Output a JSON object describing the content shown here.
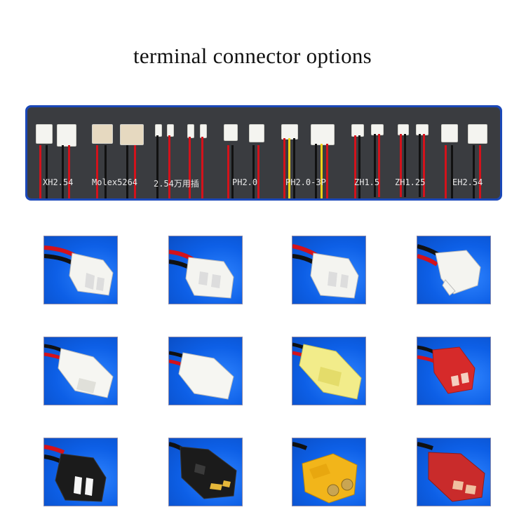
{
  "title": "terminal connector options",
  "banner_labels": [
    "XH2.54",
    "Molex5264",
    "2.54万用插",
    "PH2.0",
    "PH2.0-3P",
    "ZH1.5",
    "ZH1.25",
    "EH2.54"
  ],
  "colors": {
    "banner_border": "#1b48b8",
    "banner_bg": "#3a3c40",
    "tile_bg": "#1166ee",
    "wire_red": "#d3121b",
    "wire_black": "#111111"
  },
  "tiles": [
    {
      "name": "white-2pin-xh",
      "color": "#f4f4f0"
    },
    {
      "name": "white-2pin-latch",
      "color": "#f4f4f0"
    },
    {
      "name": "white-2pin-vh",
      "color": "#f4f4f0"
    },
    {
      "name": "white-2pin-hook",
      "color": "#f4f4f0"
    },
    {
      "name": "white-housing-long",
      "color": "#f4f4f0"
    },
    {
      "name": "white-housing-plain",
      "color": "#f4f4f0"
    },
    {
      "name": "yellow-tamiya",
      "color": "#f2ec8a"
    },
    {
      "name": "red-jst-syp",
      "color": "#d62a2a"
    },
    {
      "name": "black-sm",
      "color": "#1b1b1b"
    },
    {
      "name": "black-traxxas",
      "color": "#1b1b1b"
    },
    {
      "name": "yellow-xt60",
      "color": "#f2b51a"
    },
    {
      "name": "red-deans-t",
      "color": "#c92b2b"
    }
  ]
}
